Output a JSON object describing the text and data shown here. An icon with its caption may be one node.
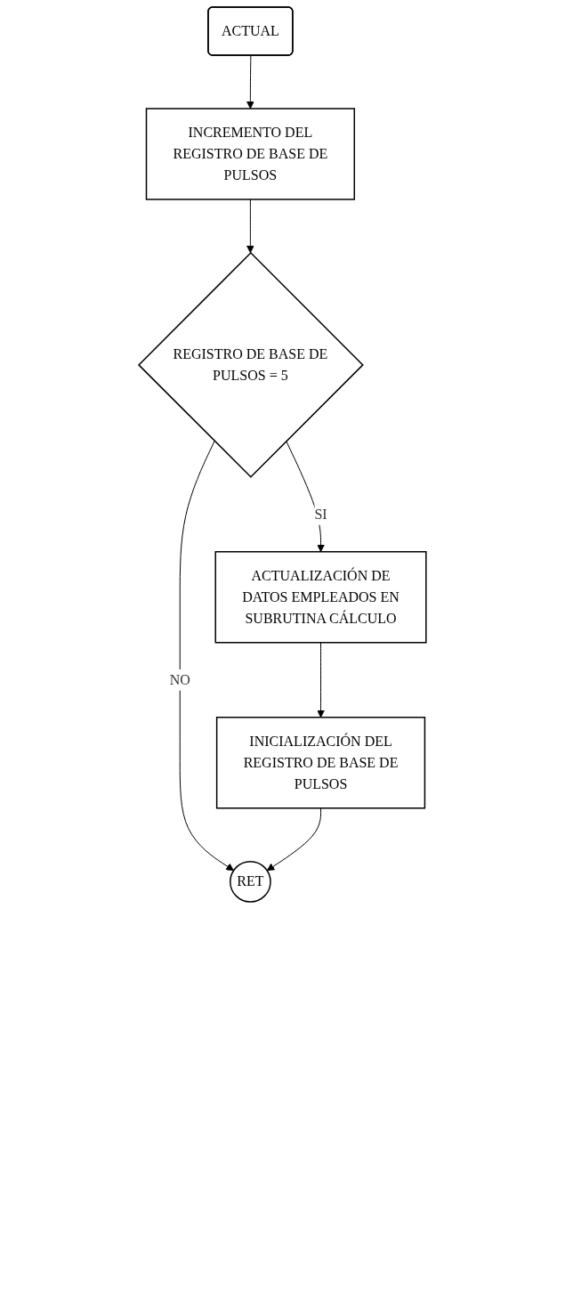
{
  "diagram": {
    "nodes": [
      {
        "text": [
          "ACTUAL"
        ]
      },
      {
        "text": [
          "INCREMENTO DEL REGISTRO DE BASE DE PULSOS"
        ]
      },
      {
        "text": [
          "REGISTRO DE BASE DE PULSOS = 5"
        ]
      },
      {
        "text": [
          "ACTUALIZACIÓN DE DATOS EMPLEADOS EN SUBRUTINA CÁLCULO"
        ]
      },
      {
        "text": [
          "INICIALIZACIÓN DEL REGISTRO DE BASE DE PULSOS"
        ]
      },
      {
        "text": [
          "RET"
        ]
      }
    ],
    "edges": [
      {
        "from": 0,
        "to": 1,
        "arrow": "to"
      },
      {
        "from": 1,
        "to": 2,
        "arrow": "to"
      },
      {
        "from": 2,
        "to": 3,
        "label": "SI",
        "arrow": "to"
      },
      {
        "from": 2,
        "to": 5,
        "label": "NO",
        "arrow": "to"
      },
      {
        "from": 3,
        "to": 4,
        "arrow": "to"
      },
      {
        "from": 4,
        "to": 5,
        "arrow": "to"
      }
    ]
  }
}
